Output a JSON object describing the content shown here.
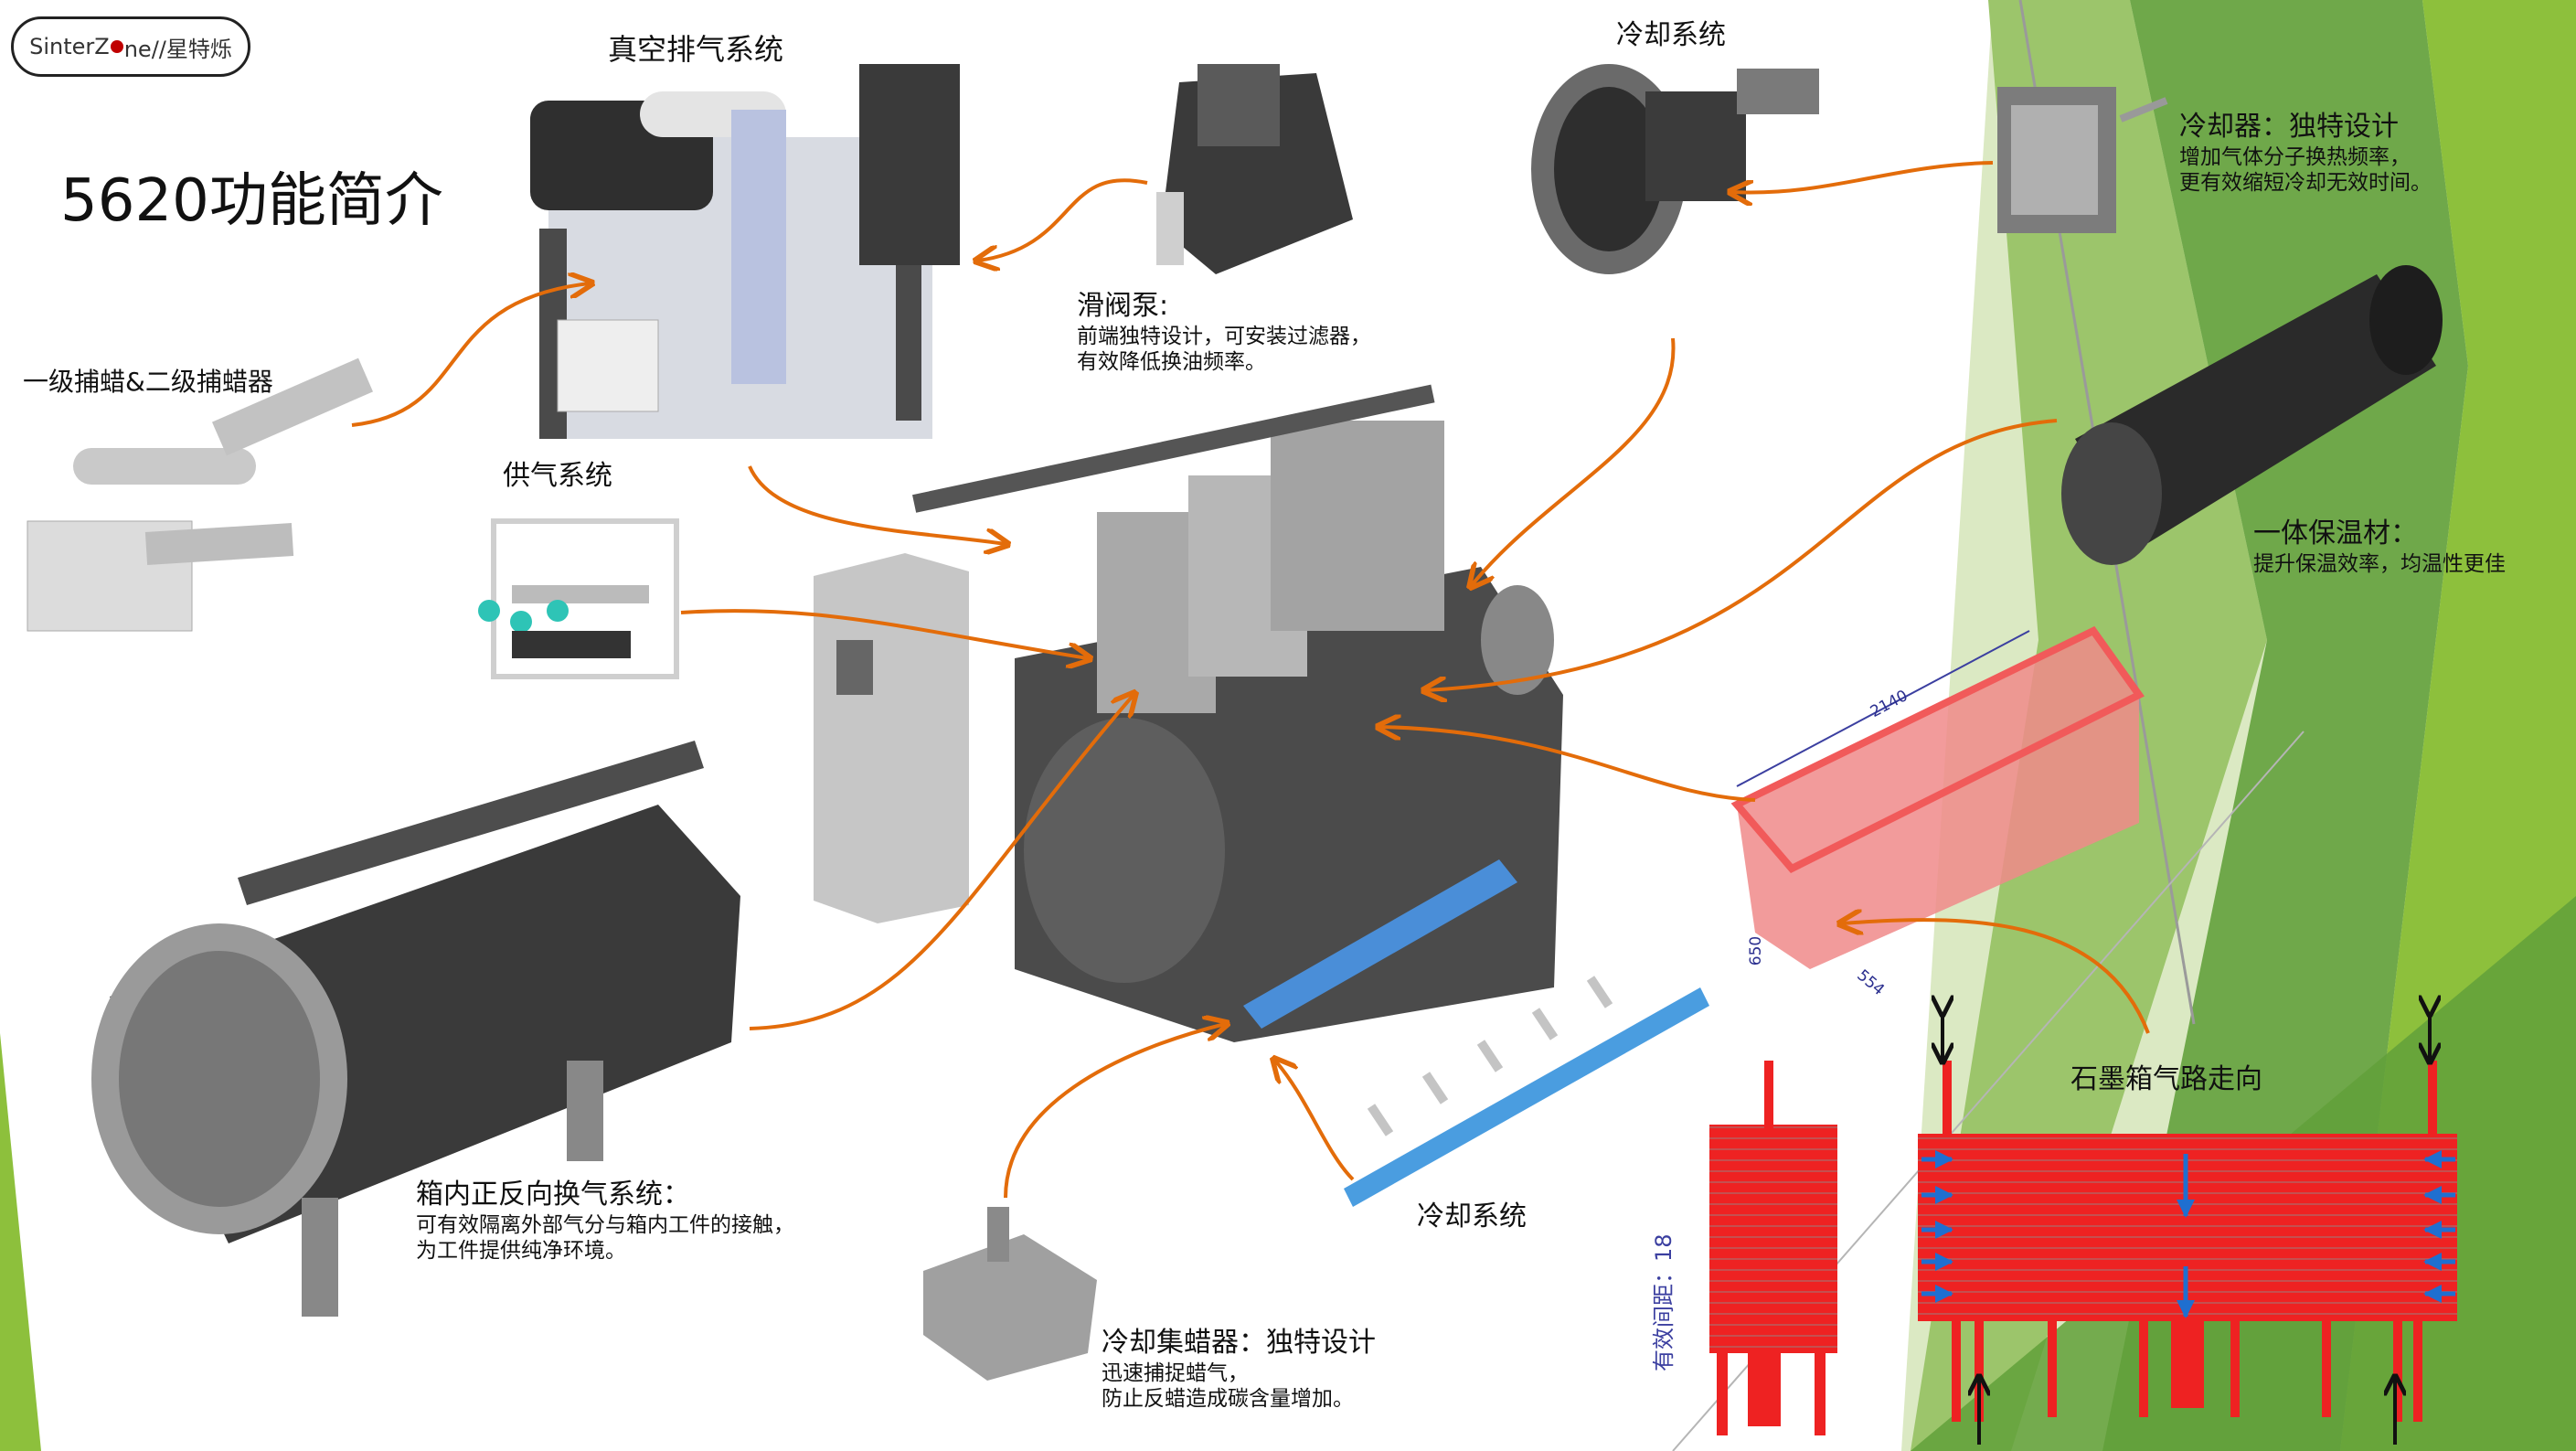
{
  "logo": {
    "brand_left": "SinterZ",
    "brand_right": "ne//星特烁"
  },
  "title": "5620功能简介",
  "labels": {
    "vacuum_system": "真空排气系统",
    "wax_trap": "一级捕蜡&二级捕蜡器",
    "slide_valve_pump": {
      "title": "滑阀泵:",
      "lines": [
        "前端独特设计，可安装过滤器，",
        "有效降低换油频率。"
      ]
    },
    "cooling_system_top": "冷却系统",
    "cooler": {
      "title": "冷却器：独特设计",
      "lines": [
        "增加气体分子换热频率，",
        "更有效缩短冷却无效时间。"
      ]
    },
    "gas_supply": "供气系统",
    "insulation": {
      "title": "一体保温材：",
      "lines": [
        "提升保温效率，均温性更佳"
      ]
    },
    "gas_exchange": {
      "title": "箱内正反向换气系统：",
      "lines": [
        "可有效隔离外部气分与箱内工件的接触，",
        "为工件提供纯净环境。"
      ]
    },
    "cooling_system_bottom": "冷却系统",
    "wax_collector": {
      "title": "冷却集蜡器：独特设计",
      "lines": [
        "迅速捕捉蜡气，",
        "防止反蜡造成碳含量增加。"
      ]
    },
    "graphite_flow": "石墨箱气路走向",
    "effective_spacing": "有效间距：18",
    "dimensions": {
      "length": "2140",
      "height": "650",
      "width": "554"
    }
  },
  "colors": {
    "arrow": "#e36c0a",
    "graphite": "#ee2222",
    "flow": "#1f6fd0",
    "green_light": "#dbe9c3",
    "green_mid": "#6fa84a",
    "green_bright": "#8dc03c"
  }
}
